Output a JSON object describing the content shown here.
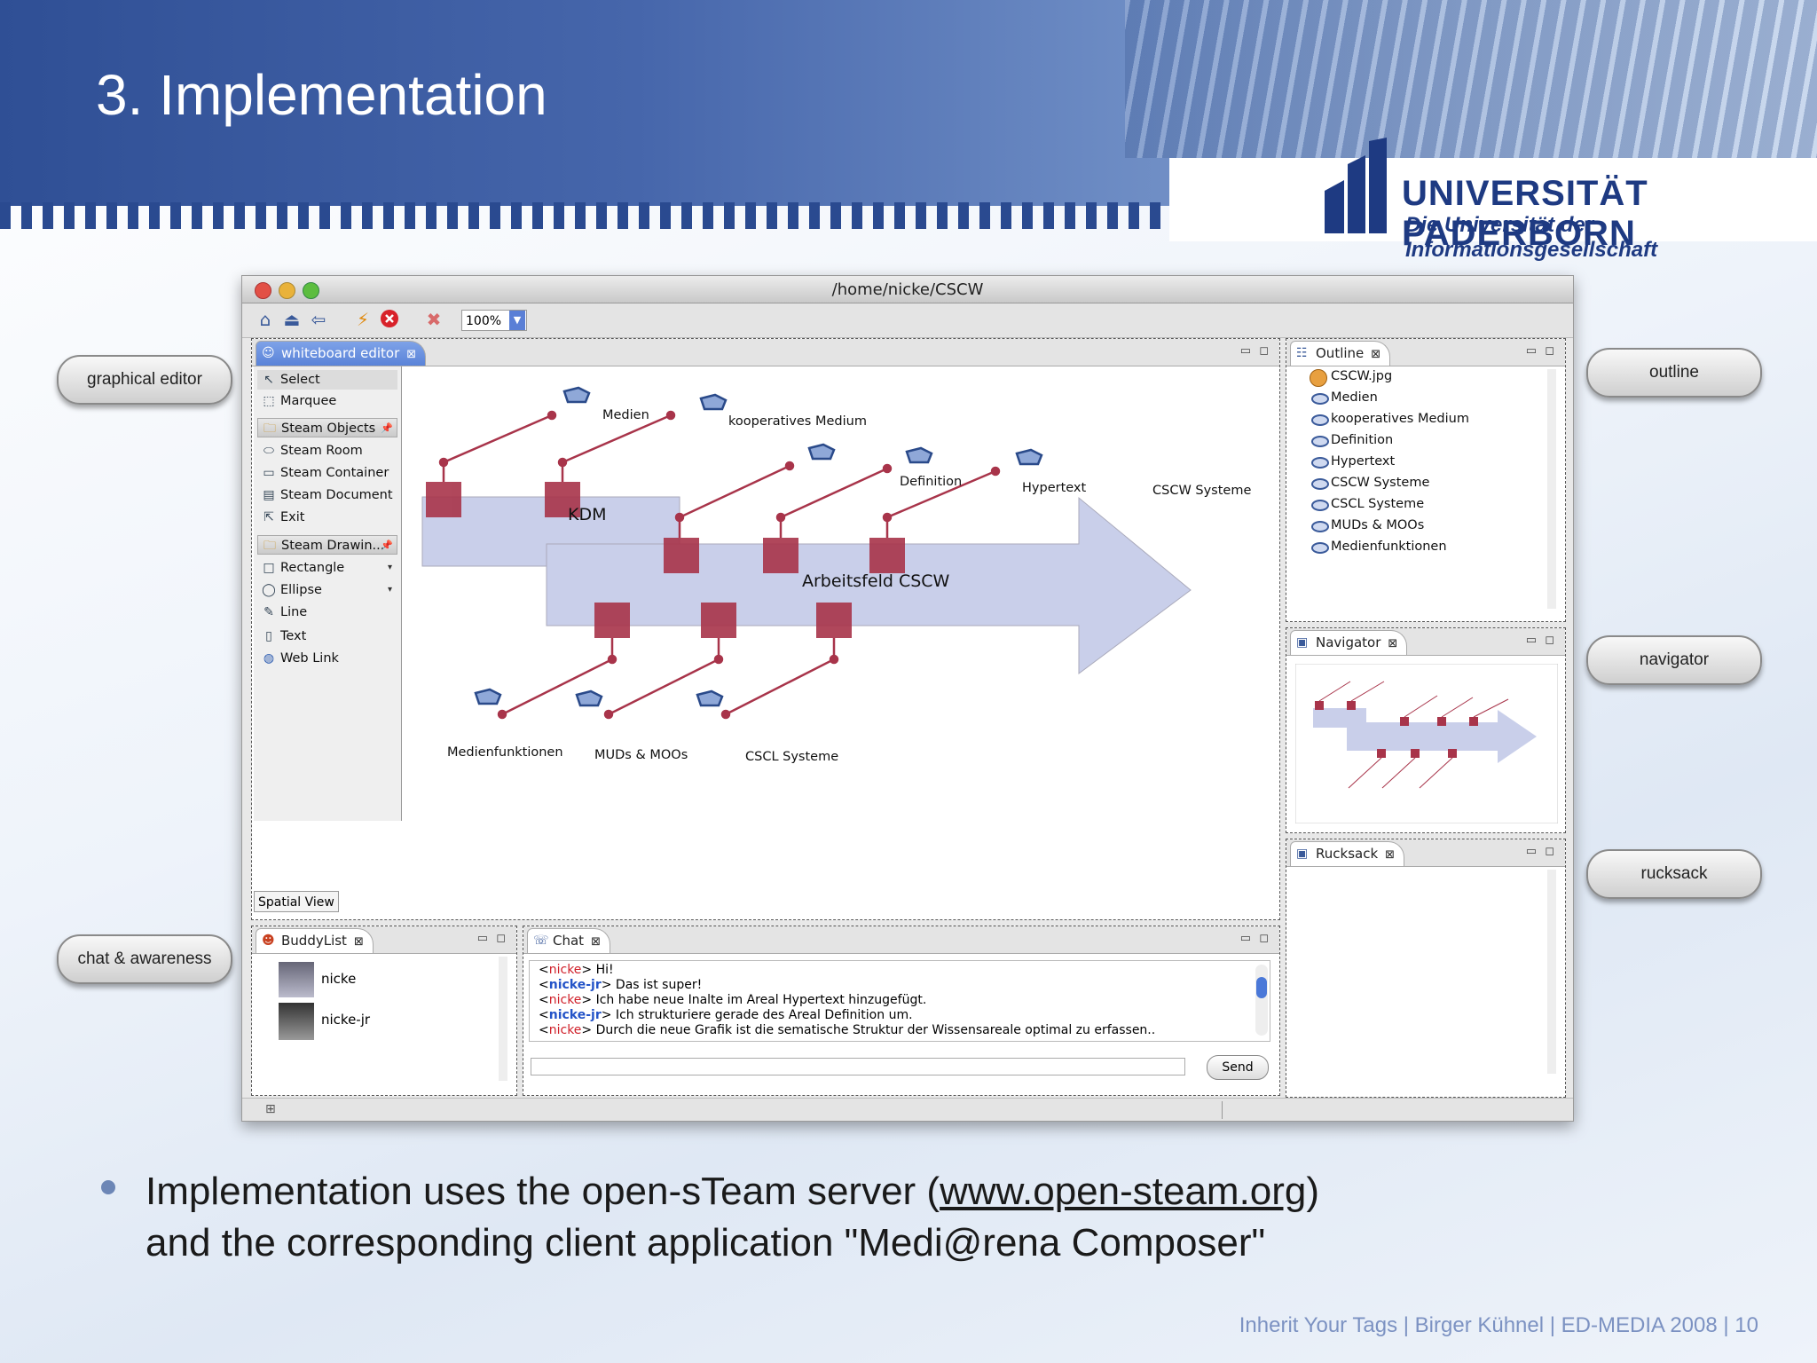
{
  "slide": {
    "title": "3. Implementation",
    "university_name": "UNIVERSITÄT PADERBORN",
    "university_subtitle": "Die Universität der Informationsgesellschaft",
    "bullet_line1_pre": "Implementation uses the open-sTeam server (",
    "bullet_link": "www.open-steam.org",
    "bullet_line1_post": ")",
    "bullet_line2": "and the corresponding client application \"Medi@rena Composer\"",
    "footer": "Inherit Your Tags | Birger Kühnel | ED-MEDIA 2008  | 10"
  },
  "callouts": {
    "graphical_editor": "graphical editor",
    "chat_awareness": "chat & awareness",
    "outline": "outline",
    "navigator": "navigator",
    "rucksack": "rucksack"
  },
  "window": {
    "title": "/home/nicke/CSCW",
    "zoom": "100%"
  },
  "editor": {
    "tab": "whiteboard editor",
    "spatial_view": "Spatial View",
    "palette": {
      "select": "Select",
      "marquee": "Marquee",
      "drawer_objects": "Steam Objects",
      "steam_room": "Steam Room",
      "steam_container": "Steam Container",
      "steam_document": "Steam Document",
      "exit": "Exit",
      "drawer_drawing": "Steam Drawin...",
      "rectangle": "Rectangle",
      "ellipse": "Ellipse",
      "line": "Line",
      "text": "Text",
      "web_link": "Web Link"
    },
    "diagram": {
      "arrow1": "KDM",
      "arrow2": "Arbeitsfeld CSCW",
      "labels": [
        "Medien",
        "kooperatives Medium",
        "Definition",
        "Hypertext",
        "CSCW Systeme",
        "Medienfunktionen",
        "MUDs & MOOs",
        "CSCL Systeme"
      ]
    }
  },
  "outline": {
    "tab": "Outline",
    "items": [
      "CSCW.jpg",
      "Medien",
      "kooperatives Medium",
      "Definition",
      "Hypertext",
      "CSCW Systeme",
      "CSCL Systeme",
      "MUDs & MOOs",
      "Medienfunktionen"
    ]
  },
  "navigator": {
    "tab": "Navigator"
  },
  "rucksack": {
    "tab": "Rucksack"
  },
  "buddylist": {
    "tab": "BuddyList",
    "buddies": [
      "nicke",
      "nicke-jr"
    ]
  },
  "chat": {
    "tab": "Chat",
    "messages": [
      {
        "nick": "nicke",
        "text": " Hi!"
      },
      {
        "nick": "nicke-jr",
        "text": " Das ist super!"
      },
      {
        "nick": "nicke",
        "text": " Ich habe neue Inalte im Areal Hypertext hinzugefügt."
      },
      {
        "nick": "nicke-jr",
        "text": " Ich strukturiere gerade des Areal Definition um."
      },
      {
        "nick": "nicke",
        "text": " Durch die neue Grafik ist die sematische Struktur der Wissensareale optimal zu erfassen.."
      }
    ],
    "send": "Send",
    "input_value": ""
  },
  "colors": {
    "header_blue": "#2f4f95",
    "arrow_fill": "#c9cfea",
    "connector_red": "#a8344a",
    "nick_red": "#d0202a",
    "nick_blue": "#2454c8"
  }
}
